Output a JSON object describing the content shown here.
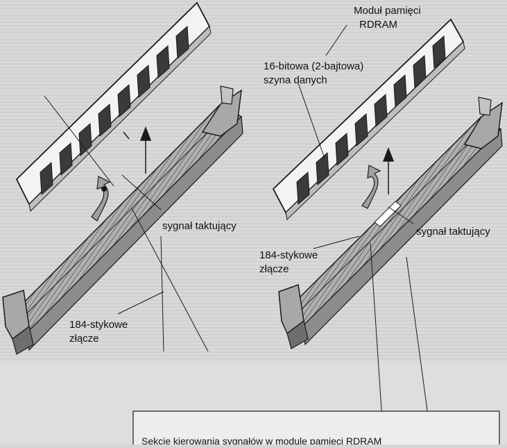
{
  "labels": {
    "module_title_line1": "Moduł pamięci",
    "module_title_line2": "RDRAM",
    "bus_line1": "16-bitowa (2-bajtowa)",
    "bus_line2": "szyna danych",
    "clock_left": "sygnał taktujący",
    "clock_right": "sygnał taktujący",
    "connector_right_line1": "184-stykowe",
    "connector_right_line2": "złącze",
    "connector_left_line1": "184-stykowe",
    "connector_left_line2": "złącze",
    "caption": "Sekcje kierowania sygnałów w module pamięci RDRAM"
  },
  "colors": {
    "background": "#d6d6d6",
    "paper": "#e3e3e3",
    "module_board": "#f2f2f2",
    "chip": "#3a3a3a",
    "connector": "#9a9a9a",
    "line": "#1a1a1a"
  }
}
